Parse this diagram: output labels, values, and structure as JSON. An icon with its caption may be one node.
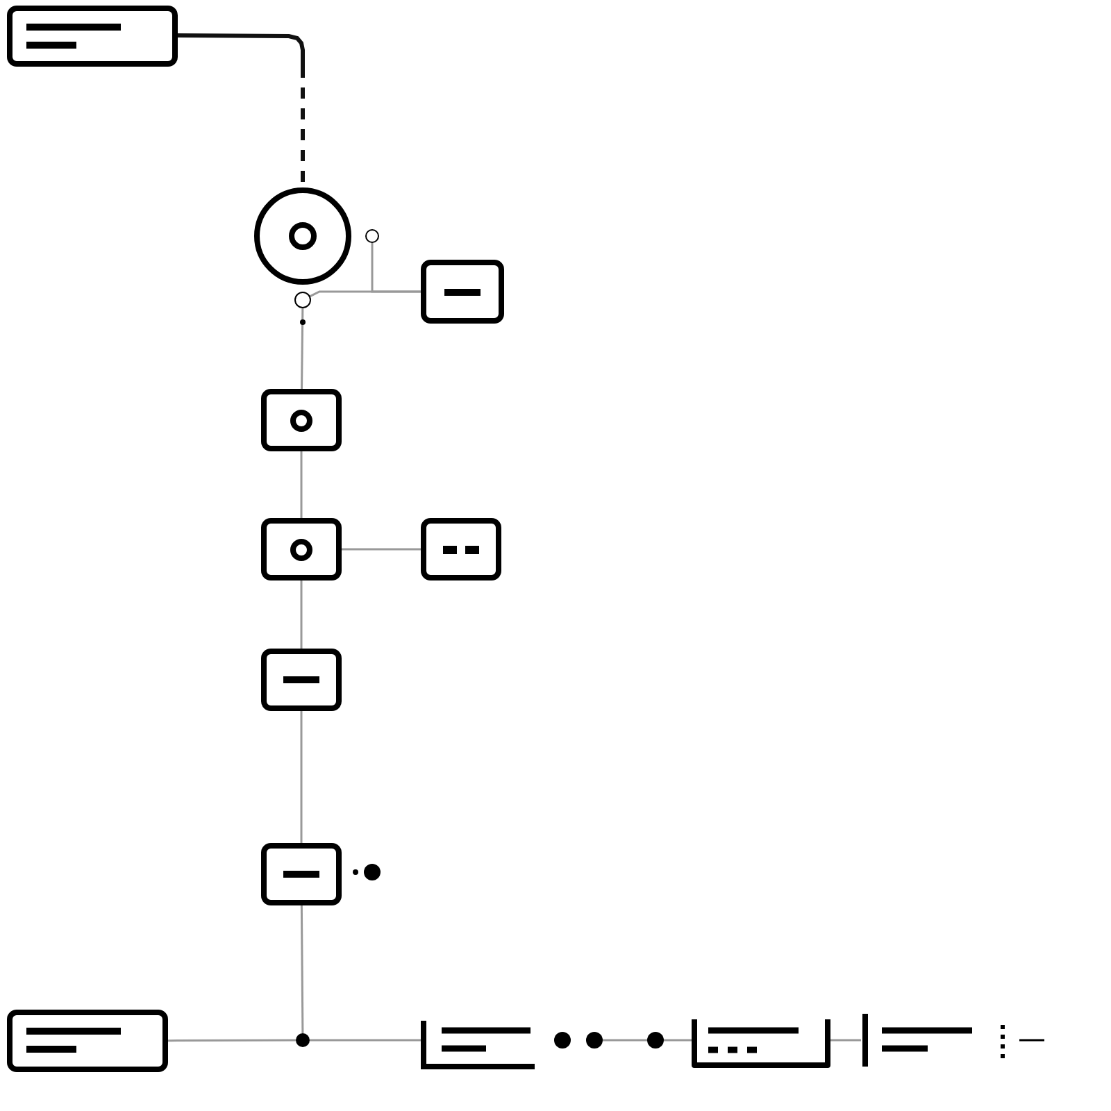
{
  "diagram": {
    "nodes": [
      {
        "text": [],
        "shape": "box"
      },
      {
        "text": [],
        "shape": "circle"
      },
      {
        "text": [],
        "shape": "circle"
      },
      {
        "text": [],
        "shape": "circle"
      },
      {
        "text": [],
        "shape": "box"
      },
      {
        "text": [],
        "shape": "box"
      },
      {
        "text": [],
        "shape": "box"
      },
      {
        "text": [],
        "shape": "box"
      },
      {
        "text": [],
        "shape": "box"
      },
      {
        "text": [],
        "shape": "box"
      },
      {
        "text": [],
        "shape": "box"
      },
      {
        "text": [],
        "shape": "dot"
      },
      {
        "text": [],
        "shape": "bracket"
      },
      {
        "text": [],
        "shape": "dot"
      },
      {
        "text": [],
        "shape": "dot"
      },
      {
        "text": [],
        "shape": "dot"
      },
      {
        "text": [],
        "shape": "tray"
      },
      {
        "text": [],
        "shape": "bar"
      }
    ],
    "edges": [
      {
        "from": 0,
        "to": 1,
        "arrow": "none",
        "style": "dashed",
        "color": "#111111"
      },
      {
        "from": 3,
        "to": 4,
        "arrow": "none"
      },
      {
        "from": 2,
        "to": 4,
        "arrow": "none"
      },
      {
        "from": 3,
        "to": 5,
        "arrow": "none"
      },
      {
        "from": 5,
        "to": 6,
        "arrow": "none"
      },
      {
        "from": 6,
        "to": 7,
        "arrow": "none"
      },
      {
        "from": 6,
        "to": 8,
        "arrow": "none"
      },
      {
        "from": 8,
        "to": 9,
        "arrow": "none"
      },
      {
        "from": 9,
        "to": 11,
        "arrow": "none"
      },
      {
        "from": 10,
        "to": 11,
        "arrow": "none"
      },
      {
        "from": 11,
        "to": 12,
        "arrow": "none"
      },
      {
        "from": 14,
        "to": 15,
        "arrow": "none"
      },
      {
        "from": 15,
        "to": 16,
        "arrow": "none"
      },
      {
        "from": 16,
        "to": 17,
        "arrow": "none"
      }
    ]
  }
}
